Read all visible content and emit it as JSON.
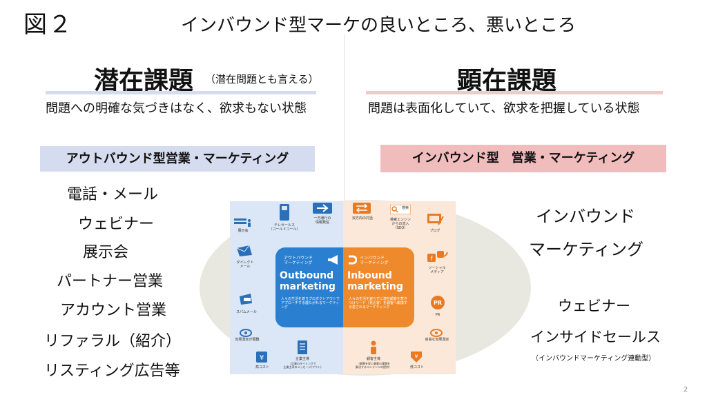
{
  "header": {
    "figure_label": "図２",
    "title": "インバウンド型マーケの良いところ、悪いところ"
  },
  "left": {
    "heading": "潜在課題",
    "heading_note": "（潜在問題とも言える）",
    "description": "問題への明確な気づきはなく、欲求もない状態",
    "label": "アウトバウンド型営業・マーケティング",
    "items": [
      "電話・メール",
      "ウェビナー",
      "展示会",
      "パートナー営業",
      "アカウント営業",
      "リファラル（紹介）",
      "リスティング広告等"
    ]
  },
  "right": {
    "heading": "顕在課題",
    "description": "問題は表面化していて、欲求を把握している状態",
    "label": "インバウンド型　営業・マーケティング",
    "items": [
      "インバウンド",
      "マーケティング",
      "ウェビナー",
      "インサイドセールス"
    ],
    "note": "（インバウンドマーケティング連動型）"
  },
  "infographic": {
    "outbound": {
      "small_label": "アウトバウンド\nマーケティング",
      "title_1": "Outbound",
      "title_2": "marketing",
      "desc": "人々の生活を遮りプロダクトアウトでアプローチする煙たがれるマーケティング"
    },
    "inbound": {
      "small_label": "インバウンド\nマーケティング",
      "title_1": "Inbound",
      "title_2": "marketing",
      "desc": "人々の生活を遮らずに潜在顧客を惹きつけリード（見込客）を顧客へ転換する愛されるマーケティング"
    },
    "left_items": {
      "exhibition": "展示会",
      "telesales": "テレセールス\n（コールドコール）",
      "oneway": "一方通行の\n情報発信",
      "dm": "ダイレクト\nメール",
      "spam": "スパムメール",
      "hard_measure": "効果測定が困難",
      "high_cost": "高コスト",
      "company_led": "企業主導",
      "company_led_sub": "（企業のタイミングで\n企業主導のメッセージ(アウト)"
    },
    "right_items": {
      "two_way": "双方向の対話",
      "seo": "検索エンジン\nからの流入\n（SEO）",
      "search_box": "検索",
      "blog": "ブログ",
      "social": "ソーシャル\nメディア",
      "pr": "PR",
      "easy_measure": "容易な効果測定",
      "customer_led": "顧客主導",
      "customer_led_sub": "（顧客を導く顧客の課題を\n解決するコンテンツの提供）",
      "low_cost": "低コスト"
    }
  },
  "page_number": "2",
  "colors": {
    "outbound_blue": "#2a7fd0",
    "inbound_orange": "#ee8a2c",
    "left_label_bg": "#d6dcef",
    "right_label_bg": "#f0bcbc"
  }
}
